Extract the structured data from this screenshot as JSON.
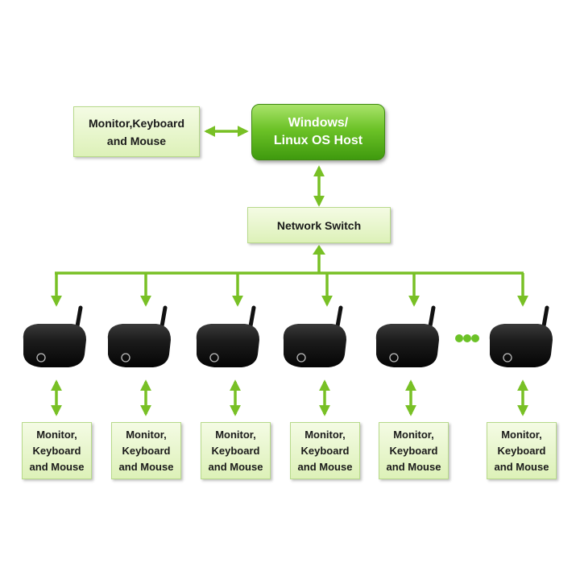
{
  "top_peripheral": {
    "label": "Monitor,Keyboard\nand Mouse"
  },
  "host": {
    "label": "Windows/\nLinux OS Host"
  },
  "switch": {
    "label": "Network Switch"
  },
  "clients": [
    {
      "label": "Monitor,\nKeyboard\nand Mouse"
    },
    {
      "label": "Monitor,\nKeyboard\nand Mouse"
    },
    {
      "label": "Monitor,\nKeyboard\nand Mouse"
    },
    {
      "label": "Monitor,\nKeyboard\nand Mouse"
    },
    {
      "label": "Monitor,\nKeyboard\nand Mouse"
    },
    {
      "label": "Monitor,\nKeyboard\nand Mouse"
    }
  ],
  "colors": {
    "arrow": "#78c025",
    "device": "#141414",
    "ellipsis": "#6cc227"
  }
}
